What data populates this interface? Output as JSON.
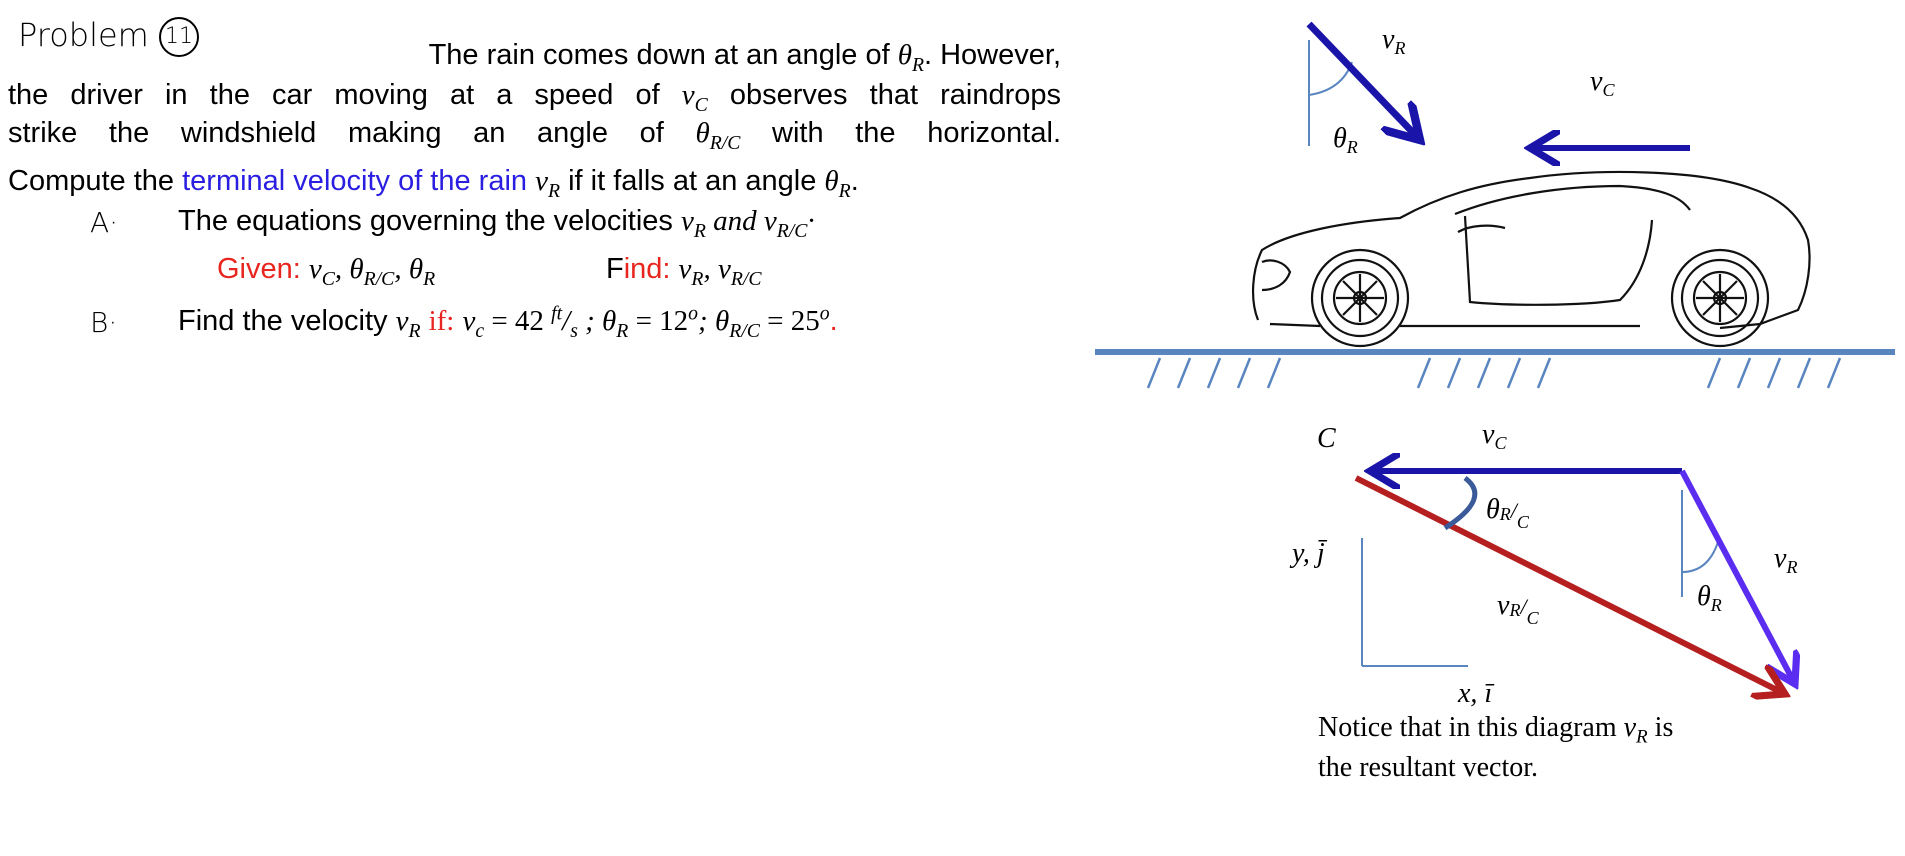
{
  "problem": {
    "heading": "Problem",
    "number": "11",
    "intro": "The rain comes down at an angle of",
    "theta_r": "θ",
    "sub_r": "R",
    "however": ". However,",
    "line2a": "the driver in the car moving at a speed of",
    "v": "v",
    "sub_c": "C",
    "line2b": "observes that raindrops",
    "line3a": "strike the windshield making an angle of",
    "sub_rc": "R/C",
    "line3b": "with the horizontal.",
    "line4a": "Compute the",
    "line4_blue": "terminal velocity of the rain",
    "line4b": "if it falls at an angle",
    "period": "."
  },
  "part_a": {
    "marker": "A·",
    "text": "The equations governing the velocities",
    "and": "and",
    "given_label": "Given:",
    "given_vars": "v_C, θ_R/C, θ_R",
    "find_f": "F",
    "find_rest": "ind:",
    "find_vars": "v_R, v_R/C"
  },
  "part_b": {
    "marker": "B·",
    "text": "Find the velocity",
    "if_label": "if:",
    "equation": "v_c = 42 ft/s ; θ_R = 12°; θ_R/C = 25°",
    "v_c_value": 42,
    "v_c_units": "ft/s",
    "theta_r_deg": 12,
    "theta_rc_deg": 25
  },
  "diagram": {
    "top_vr": "v_R",
    "top_vc": "v_C",
    "top_theta": "θ_R",
    "label_c": "C",
    "tri_vc": "v_C",
    "tri_theta_rc": "θ_R/C",
    "tri_vr": "v_R",
    "tri_theta_r": "θ_R",
    "tri_vrc": "v_R/C",
    "y_axis": "y, j̄",
    "x_axis": "x, ī",
    "notice_1": "Notice that in this diagram",
    "notice_vr": "v_R",
    "notice_is": "is",
    "notice_2": "the resultant vector."
  },
  "colors": {
    "red": "#e8251f",
    "blue_text": "#2a1ee0",
    "navy_arrow": "#1b14a8",
    "purple_arrow": "#5b2df0",
    "dark_red_arrow": "#b51f1f",
    "ground": "#5a86c0",
    "angle_arc": "#5a86c0"
  }
}
